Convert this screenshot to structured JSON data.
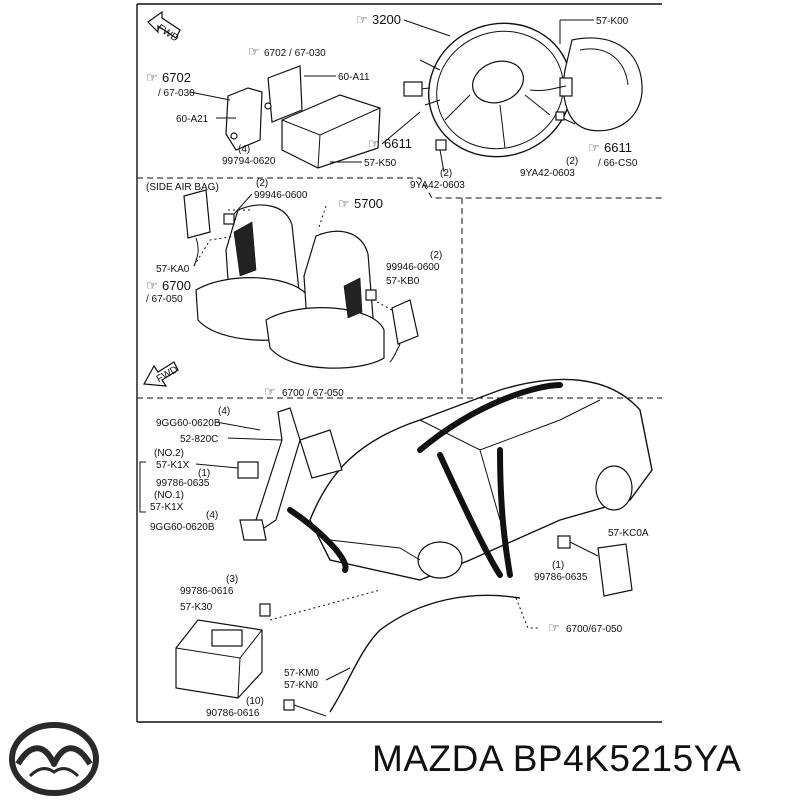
{
  "arrows": {
    "fwd_top": "FWD",
    "fwd_mid": "FWD"
  },
  "section_labels": {
    "side_air_bag": "(SIDE AIR BAG)"
  },
  "callouts": {
    "c3200": "3200",
    "c6702a": "6702 / 67-030",
    "c6702b_1": "6702",
    "c6702b_2": "/ 67-030",
    "c6611a": "6611",
    "c6611b_1": "6611",
    "c6611b_2": "/ 66-CS0",
    "c5700": "5700",
    "c6700a_1": "6700",
    "c6700a_2": "/ 67-050",
    "c6700b": "6700 / 67-050",
    "c6700c": "6700/67-050"
  },
  "parts": {
    "p57K00": "57-K00",
    "p60A11": "60-A11",
    "p60A21": "60-A21",
    "p57K50": "57-K50",
    "q4a": "(4)",
    "p99794": "99794-0620",
    "q2a": "(2)",
    "p9YA42a": "9YA42-0603",
    "q2b": "(2)",
    "p9YA42b": "9YA42-0603",
    "q2c": "(2)",
    "p99946a": "99946-0600",
    "p57KA0": "57-KA0",
    "q2d": "(2)",
    "p99946b": "99946-0600",
    "p57KB0": "57-KB0",
    "q4b": "(4)",
    "p9GG60a": "9GG60-0620B",
    "p52820C": "52-820C",
    "no2": "(NO.2)",
    "p57K1Xa": "57-K1X",
    "q1a": "(1)",
    "p99786a": "99786-0635",
    "no1": "(NO.1)",
    "p57K1Xb": "57-K1X",
    "q4c": "(4)",
    "p9GG60b": "9GG60-0620B",
    "p57KC0A": "57-KC0A",
    "q1b": "(1)",
    "p99786b": "99786-0635",
    "q3": "(3)",
    "p99786c": "99786-0616",
    "p57K30": "57-K30",
    "p57KM0": "57-KM0",
    "p57KN0": "57-KN0",
    "q10": "(10)",
    "p90786": "90786-0616"
  },
  "footer": {
    "brand": "MAZDA",
    "part_number": "BP4K5215YA",
    "logo_icon": "mazda-logo-icon"
  }
}
